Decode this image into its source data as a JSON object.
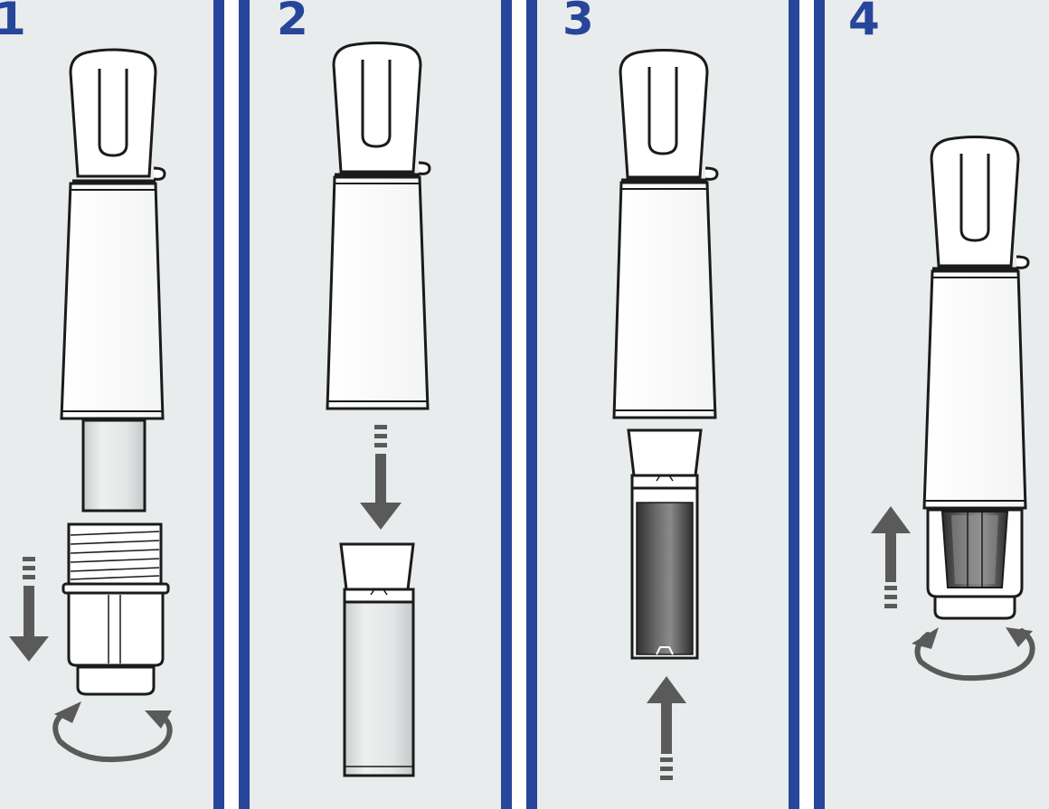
{
  "steps": [
    {
      "number": "1"
    },
    {
      "number": "2"
    },
    {
      "number": "3"
    },
    {
      "number": "4"
    }
  ],
  "colors": {
    "background": "#e9ecec",
    "divider_blue": "#27459a",
    "divider_white": "#ffffff",
    "outline": "#1b1b1b",
    "arrow": "#5a5a5a",
    "cartridge_dark": "#4a4a4a",
    "cartridge_light": "#d6d9da"
  },
  "icons": [
    "pen-cap-icon",
    "arrow-down-icon",
    "arrow-up-icon",
    "rotate-icon",
    "cartridge-icon"
  ]
}
